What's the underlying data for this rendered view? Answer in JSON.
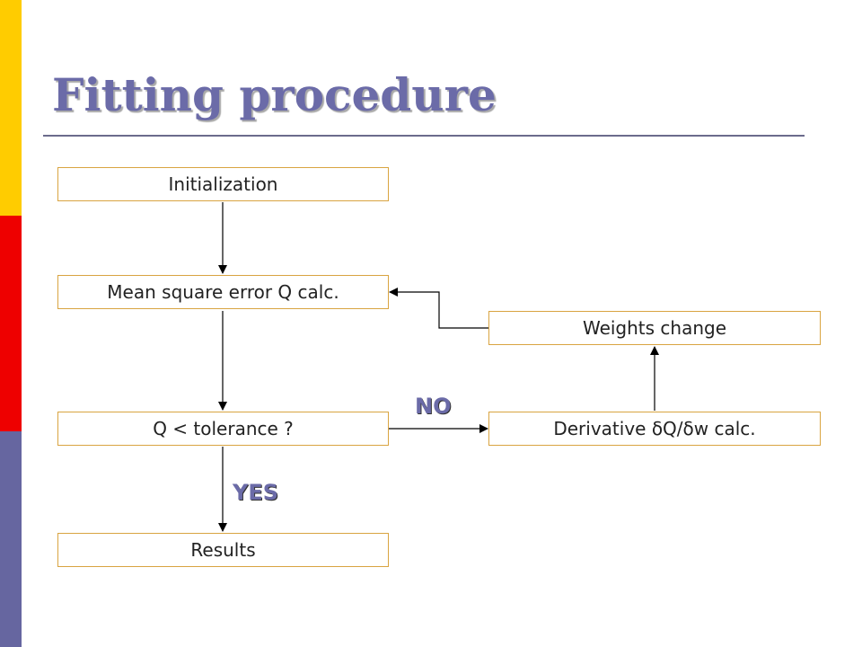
{
  "slide": {
    "title": "Fitting procedure",
    "colors": {
      "accent": "#6b6ba8",
      "box_border": "#d9a441",
      "bar_yellow": "#ffcc00",
      "bar_red": "#ee0000",
      "bar_blue": "#6666a0"
    }
  },
  "flowchart": {
    "nodes": {
      "initialization": "Initialization",
      "mse": "Mean square error Q calc.",
      "weights": "Weights change",
      "check": "Q < tolerance ?",
      "derivative": "Derivative δQ/δw calc.",
      "results": "Results"
    },
    "labels": {
      "no": "NO",
      "yes": "YES"
    }
  }
}
